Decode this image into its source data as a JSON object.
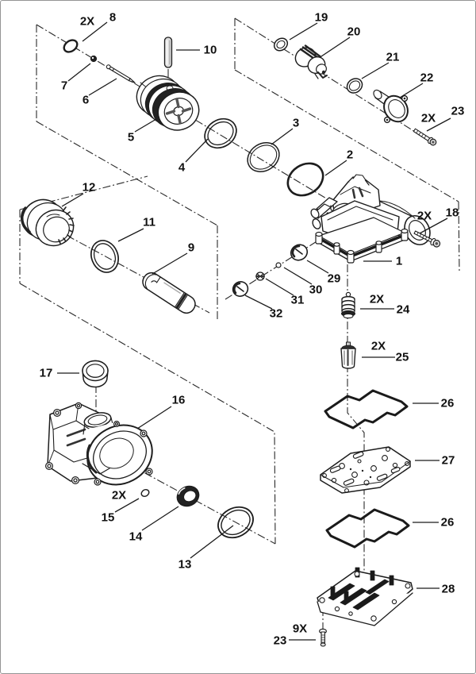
{
  "diagram": {
    "type": "exploded-parts-diagram",
    "colors": {
      "background": "#ffffff",
      "line": "#1d1d1d",
      "border": "#949494"
    },
    "parts": [
      {
        "number": "1"
      },
      {
        "number": "2"
      },
      {
        "number": "3"
      },
      {
        "number": "4"
      },
      {
        "number": "5"
      },
      {
        "number": "6"
      },
      {
        "number": "7"
      },
      {
        "number": "8",
        "qty": "2X"
      },
      {
        "number": "9"
      },
      {
        "number": "10"
      },
      {
        "number": "11"
      },
      {
        "number": "12"
      },
      {
        "number": "13"
      },
      {
        "number": "14"
      },
      {
        "number": "15",
        "qty": "2X"
      },
      {
        "number": "16"
      },
      {
        "number": "17"
      },
      {
        "number": "18",
        "qty": "2X"
      },
      {
        "number": "19"
      },
      {
        "number": "20"
      },
      {
        "number": "21"
      },
      {
        "number": "22"
      },
      {
        "number": "23",
        "qty": "2X / 9X"
      },
      {
        "number": "24",
        "qty": "2X"
      },
      {
        "number": "25",
        "qty": "2X"
      },
      {
        "number": "26"
      },
      {
        "number": "27"
      },
      {
        "number": "28"
      },
      {
        "number": "29"
      },
      {
        "number": "30"
      },
      {
        "number": "31"
      },
      {
        "number": "32"
      }
    ],
    "labels": [
      {
        "text": "2X"
      },
      {
        "text": "8"
      },
      {
        "text": "7"
      },
      {
        "text": "6"
      },
      {
        "text": "5"
      },
      {
        "text": "10"
      },
      {
        "text": "4"
      },
      {
        "text": "3"
      },
      {
        "text": "2"
      },
      {
        "text": "19"
      },
      {
        "text": "20"
      },
      {
        "text": "21"
      },
      {
        "text": "22"
      },
      {
        "text": "2X"
      },
      {
        "text": "23"
      },
      {
        "text": "12"
      },
      {
        "text": "11"
      },
      {
        "text": "9"
      },
      {
        "text": "2X"
      },
      {
        "text": "18"
      },
      {
        "text": "1"
      },
      {
        "text": "29"
      },
      {
        "text": "30"
      },
      {
        "text": "31"
      },
      {
        "text": "32"
      },
      {
        "text": "2X"
      },
      {
        "text": "24"
      },
      {
        "text": "2X"
      },
      {
        "text": "25"
      },
      {
        "text": "26"
      },
      {
        "text": "27"
      },
      {
        "text": "26"
      },
      {
        "text": "28"
      },
      {
        "text": "17"
      },
      {
        "text": "16"
      },
      {
        "text": "2X"
      },
      {
        "text": "15"
      },
      {
        "text": "14"
      },
      {
        "text": "13"
      },
      {
        "text": "9X"
      },
      {
        "text": "23"
      }
    ]
  }
}
